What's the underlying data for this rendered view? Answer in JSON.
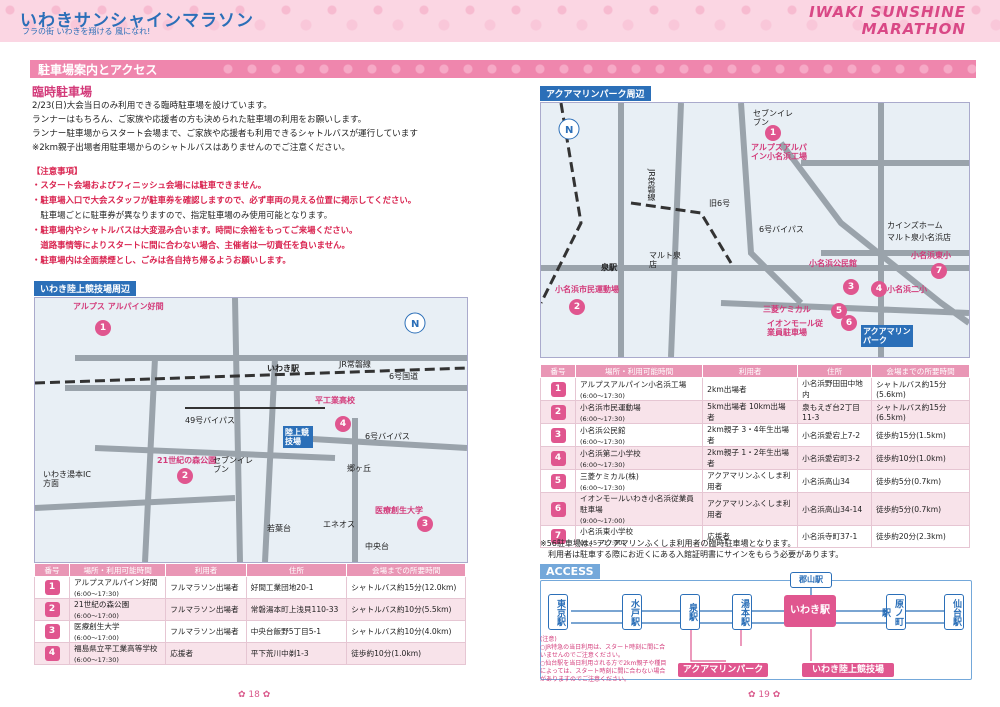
{
  "header": {
    "logo_jp": "いわきサンシャインマラソン",
    "logo_sub": "フラの街 いわきを翔ける 風になれ!",
    "logo_en_1": "IWAKI SUNSHINE",
    "logo_en_2": "MARATHON"
  },
  "section": {
    "title": "駐車場案内とアクセス",
    "subhead": "臨時駐車場",
    "intro": [
      "2/23(日)大会当日のみ利用できる臨時駐車場を設けています。",
      "ランナーはもちろん、ご家族や応援者の方も決められた駐車場の利用をお願いします。",
      "ランナー駐車場からスタート会場まで、ご家族や応援者も利用できるシャトルバスが運行しています",
      "※2km親子出場者用駐車場からのシャトルバスはありませんのでご注意ください。"
    ],
    "caution_title": "【注意事項】",
    "cautions": [
      "・スタート会場およびフィニッシュ会場には駐車できません。",
      "・駐車場入口で大会スタッフが駐車券を確認しますので、必ず車両の見える位置に掲示してください。",
      "　駐車場ごとに駐車券が異なりますので、指定駐車場のみ使用可能となります。",
      "・駐車場内やシャトルバスは大変混み合います。時間に余裕をもってご来場ください。",
      "　道路事情等によりスタートに間に合わない場合、主催者は一切責任を負いません。",
      "・駐車場内は全面禁煙とし、ごみは各自持ち帰るようお願いします。"
    ]
  },
  "map_left": {
    "tab": "いわき陸上競技場周辺",
    "labels": [
      "アルプス アルパイン好間",
      "平工業高校",
      "陸上競技場",
      "21世紀の森公園",
      "医療創生大学",
      "いわき駅",
      "6号国道",
      "JR常磐線",
      "49号バイパス",
      "6号バイパス",
      "郷ヶ丘",
      "中央台",
      "いわき湯本IC方面",
      "セブンイレブン",
      "エネオス",
      "若葉台"
    ]
  },
  "table_left": {
    "headers": [
      "番号",
      "場所・利用可能時間",
      "利用者",
      "住所",
      "会場までの所要時間"
    ],
    "rows": [
      [
        "1",
        "アルプスアルパイン好間",
        "(6:00～17:30)",
        "フルマラソン出場者",
        "好間工業団地20-1",
        "シャトルバス約15分(12.0km)"
      ],
      [
        "2",
        "21世紀の森公園",
        "(6:00～17:00)",
        "フルマラソン出場者",
        "常磐湯本町上浅貝110-33",
        "シャトルバス約10分(5.5km)"
      ],
      [
        "3",
        "医療創生大学",
        "(6:00～17:00)",
        "フルマラソン出場者",
        "中央台飯野5丁目5-1",
        "シャトルバス約10分(4.0km)"
      ],
      [
        "4",
        "福島県立平工業高等学校",
        "(6:00～17:30)",
        "応援者",
        "平下荒川中剃1-3",
        "徒歩約10分(1.0km)"
      ]
    ]
  },
  "map_right": {
    "tab": "アクアマリンパーク周辺",
    "labels": [
      "アルプスアルパイン小名浜工場",
      "小名浜市民運動場",
      "小名浜公民館",
      "小名浜東小",
      "小名浜二小",
      "三菱ケミカル",
      "イオンモール従業員駐車場",
      "アクアマリンパーク",
      "泉駅",
      "JR常磐線",
      "6号バイパス",
      "旧6号",
      "マルト泉店",
      "セブンイレブン",
      "カインズホーム",
      "マルト泉小名浜店"
    ]
  },
  "table_right": {
    "headers": [
      "番号",
      "場所・利用可能時間",
      "利用者",
      "住所",
      "会場までの所要時間"
    ],
    "rows": [
      [
        "1",
        "アルプスアルパイン小名浜工場",
        "(6:00～17:30)",
        "2km出場者",
        "小名浜野田田中地内",
        "シャトルバス約15分(5.6km)"
      ],
      [
        "2",
        "小名浜市民運動場",
        "(6:00～17:30)",
        "5km出場者 10km出場者",
        "泉もえぎ台2丁目11-3",
        "シャトルバス約15分(6.5km)"
      ],
      [
        "3",
        "小名浜公民館",
        "(6:00～17:30)",
        "2km親子 3・4年生出場者",
        "小名浜愛宕上7-2",
        "徒歩約15分(1.5km)"
      ],
      [
        "4",
        "小名浜第二小学校",
        "(6:00～17:30)",
        "2km親子 1・2年生出場者",
        "小名浜愛宕町3-2",
        "徒歩約10分(1.0km)"
      ],
      [
        "5",
        "三菱ケミカル(株)",
        "(6:00～17:30)",
        "アクアマリンふくしま利用者",
        "小名浜高山34",
        "徒歩約5分(0.7km)"
      ],
      [
        "6",
        "イオンモールいわき小名浜従業員駐車場",
        "(9:00～17:00)",
        "アクアマリンふくしま利用者",
        "小名浜高山34-14",
        "徒歩約5分(0.7km)"
      ],
      [
        "7",
        "小名浜東小学校",
        "(6:45～17:00)",
        "応援者",
        "小名浜寺町37-1",
        "徒歩約20分(2.3km)"
      ]
    ]
  },
  "note_right": [
    "※56駐車場は、アクアマリンふくしま利用者の臨時駐車場となります。",
    "　利用者は駐車する際にお近くにある入館証明書にサインをもらう必要があります。"
  ],
  "access": {
    "title": "ACCESS",
    "stations": [
      "東京駅",
      "水戸駅",
      "泉駅",
      "湯本駅",
      "いわき駅",
      "原ノ町駅",
      "仙台駅",
      "郡山駅"
    ],
    "dest1": "アクアマリンパーク",
    "dest2": "いわき陸上競技場",
    "notes": [
      "(注意)",
      "○JR特急の当日利用は、スタート時刻に間に合いませんのでご注意ください。",
      "○仙台駅を当日利用される方で2km親子や種目によっては、スタート時刻に間に合わない場合がありますのでご注意ください。"
    ]
  },
  "pages": {
    "left": "18",
    "right": "19"
  }
}
